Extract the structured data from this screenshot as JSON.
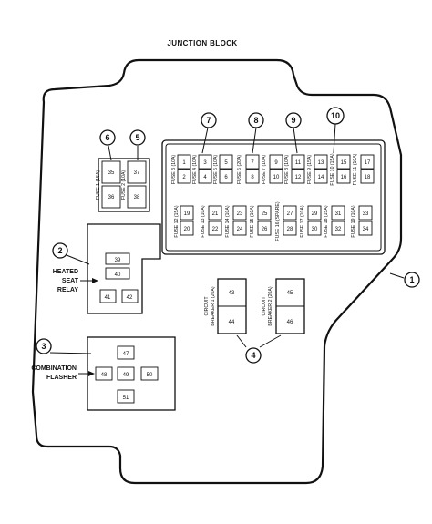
{
  "title": "JUNCTION BLOCK",
  "callouts": {
    "c1": "1",
    "c2": "2",
    "c3": "3",
    "c4": "4",
    "c5": "5",
    "c6": "6",
    "c7": "7",
    "c8": "8",
    "c9": "9",
    "c10": "10"
  },
  "labels": {
    "heated_line1": "HEATED",
    "heated_line2": "SEAT",
    "heated_line3": "RELAY",
    "combo_line1": "COMBINATION",
    "combo_line2": "FLASHER"
  },
  "fuse_labels": {
    "f1": "FUSE 1 (15A)",
    "f2": "FUSE 2 (10A)",
    "f3": "FUSE 3 (10A)",
    "f4": "FUSE 4 (10A)",
    "f5": "FUSE 5 (10A)",
    "f6": "FUSE 6 (20A)",
    "f7": "FUSE 7 (10A)",
    "f8": "FUSE 8 (10A)",
    "f9": "FUSE 9 (15A)",
    "f10": "FUSE 10 (15A)",
    "f11": "FUSE 11 (10A)",
    "f12": "FUSE 12 (15A)",
    "f13": "FUSE 13 (10A)",
    "f14": "FUSE 14 (10A)",
    "f15": "FUSE 15 (10A)",
    "f16": "FUSE 16 (SPARE)",
    "f17": "FUSE 17 (10A)",
    "f18": "FUSE 18 (15A)",
    "f19": "FUSE 19 (10A)"
  },
  "breaker_labels": {
    "cb1_line1": "CIRCUIT",
    "cb1_line2": "BREAKER 1 (20A)",
    "cb2_line1": "CIRCUIT",
    "cb2_line2": "BREAKER 2 (20A)"
  },
  "cavities": {
    "n1": "1",
    "n2": "2",
    "n3": "3",
    "n4": "4",
    "n5": "5",
    "n6": "6",
    "n7": "7",
    "n8": "8",
    "n9": "9",
    "n10": "10",
    "n11": "11",
    "n12": "12",
    "n13": "13",
    "n14": "14",
    "n15": "15",
    "n16": "16",
    "n17": "17",
    "n18": "18",
    "n19": "19",
    "n20": "20",
    "n21": "21",
    "n22": "22",
    "n23": "23",
    "n24": "24",
    "n25": "25",
    "n26": "26",
    "n27": "27",
    "n28": "28",
    "n29": "29",
    "n30": "30",
    "n31": "31",
    "n32": "32",
    "n33": "33",
    "n34": "34",
    "n35": "35",
    "n36": "36",
    "n37": "37",
    "n38": "38",
    "n39": "39",
    "n40": "40",
    "n41": "41",
    "n42": "42",
    "n43": "43",
    "n44": "44",
    "n45": "45",
    "n46": "46",
    "n47": "47",
    "n48": "48",
    "n49": "49",
    "n50": "50",
    "n51": "51"
  }
}
